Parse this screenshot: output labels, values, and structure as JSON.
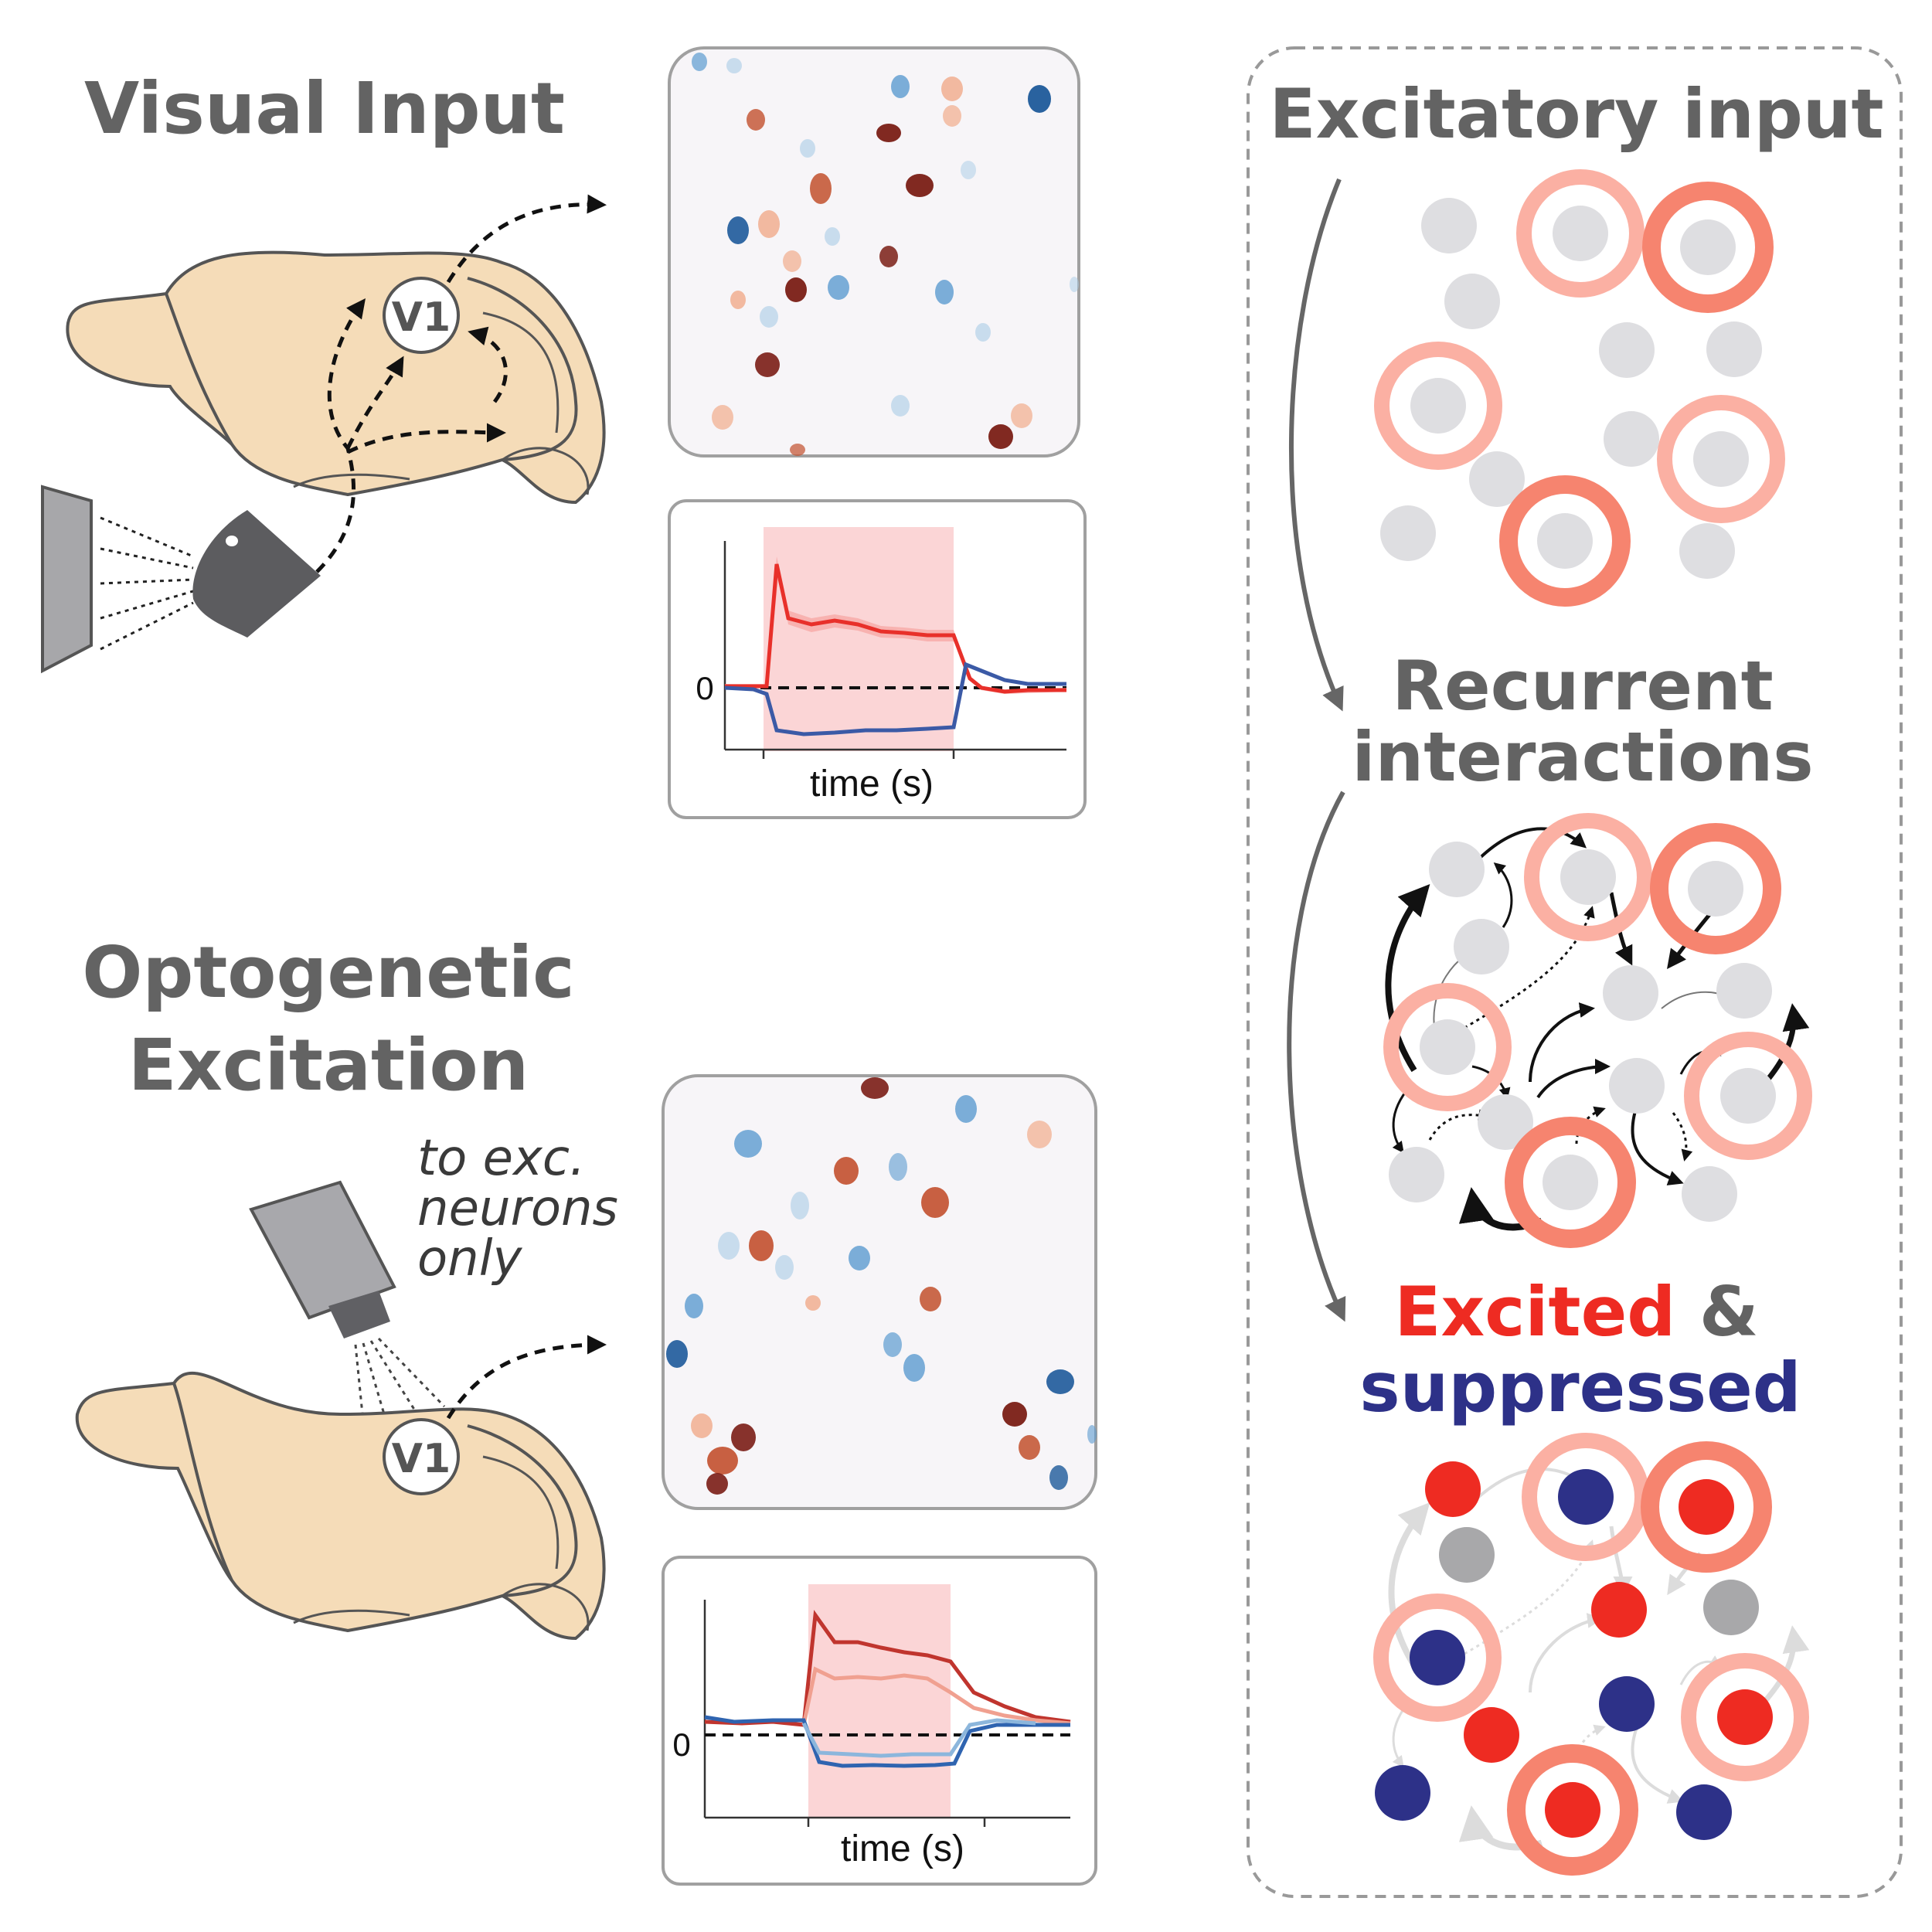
{
  "panels": {
    "visual": {
      "title": "Visual Input",
      "region_label": "V1"
    },
    "opto": {
      "title_line1": "Optogenetic",
      "title_line2": "Excitation",
      "note_line1": "to exc.",
      "note_line2": "neurons",
      "note_line3": "only",
      "region_label": "V1"
    }
  },
  "traces": {
    "top": {
      "y_tick": "0",
      "xlabel": "time (s)"
    },
    "bottom": {
      "y_tick": "0",
      "xlabel": "time (s)"
    }
  },
  "summary": {
    "stage1": "Excitatory input",
    "stage2_line1": "Recurrent",
    "stage2_line2": "interactions",
    "stage3_word1": "Excited",
    "stage3_amp": " &",
    "stage3_word2": "suppressed"
  },
  "colors": {
    "brain": "#f5dcb8",
    "title_gray": "#636363",
    "excited": "#ee2b22",
    "suppressed": "#2d3188",
    "ring": "#f6846f",
    "ring_light": "#fbb0a3",
    "neuron_gray": "#dedee1"
  }
}
